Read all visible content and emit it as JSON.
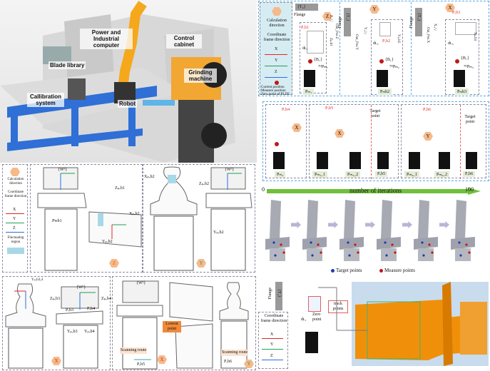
{
  "scene": {
    "labels": {
      "power": "Power and Industrial computer",
      "cabinet": "Control cabinet",
      "library": "Blade library",
      "grinding": "Grinding machine",
      "calibration": "Callibration system",
      "robot": "Robot"
    }
  },
  "legend": {
    "calc": "Calculation direction",
    "coord": "Coordinate frame direction",
    "x": "X",
    "y": "Y",
    "z": "Z",
    "current": "Current position",
    "measure": "Measure position",
    "zero": "Zero point of PLDS",
    "fluct": "Fluctuating region"
  },
  "top_panels": {
    "flange": "Flange",
    "tf": "{T₀}",
    "bl": "{B₁}",
    "p1": {
      "hex": "Z",
      "pwb": "Pᵥb1",
      "d": "dʟ₁",
      "pm": "ᵀᴴPₘ₁",
      "tag": "Pₘ₁",
      "z1": "Zᵣₒᵇₒᵗ",
      "z2": "Zₚᵥb1",
      "z3": "Out_Pos.Z"
    },
    "p2": {
      "hex": "Y",
      "pwb": "Pᵥb2",
      "d": "dʟ₂",
      "pm": "ᵀᴴPₘ₂",
      "tag": "Pₘb2",
      "y1": "Yᵣₒᵇₒᵗ",
      "y2": "Yₚᵥb2",
      "y3": "Out_Pos.Y"
    },
    "p3": {
      "hex": "X",
      "pwb": "Pᵥb3",
      "d": "dʟ₃",
      "pm": "ᵀᴴPₘ₃",
      "tag": "Pₘb3",
      "x1": "Xᵣₒᵇₒᵗ",
      "x2": "Xₚᵥb3",
      "x3": "Out_Pos.X"
    }
  },
  "mid_panels": {
    "pwb4": "Pᵥb4",
    "pwb5": "Pᵥb5",
    "pwb6": "Pᵥb6",
    "target": "Target point",
    "tags": [
      "Pₘ₄",
      "Pₘ₅_1",
      "Pₘ₅_2",
      "Pᵥb5",
      "Pₘ₆_1",
      "Pₘ₆_2",
      "Pᵥb6"
    ],
    "hexes": [
      "X",
      "X",
      "Y"
    ]
  },
  "blade_top": {
    "wb": "{Wᵇ}",
    "zpwb1": "Zₚᵥb1",
    "pwb1": "Pwb1",
    "xpwb2": "Xₚᵥb2",
    "ypwb2": "Yₚᵥb2",
    "xpwb2b": "Xₚᵥb2",
    "zpwb2": "Zₚᵥb2",
    "ypwb2b": "Yₚᵥb2",
    "hex1": "Z",
    "hex2": "Y"
  },
  "iterations": {
    "start": "0",
    "title": "number of iterations",
    "end": "100",
    "legend_target": "Target points",
    "legend_measure": "Measure points",
    "target_color": "#1f3bb3",
    "measure_color": "#c01818",
    "arrow_color": "#6fc03a"
  },
  "blade_bottom": {
    "ypwb34": "Yₚᵥb3,4",
    "wb": "{Wᵇ}",
    "zpwb3": "Zₚᵥb3",
    "zpwb4": "Zₚᵥb4",
    "pwb3": "Pᵥb3",
    "pwb4": "Pᵥb4",
    "ypwb3": "Yₚᵥb3",
    "ypwb4": "Yₚᵥb4",
    "hex1": "X",
    "scan1": "Scanning route",
    "pwb5": "Pᵥb5",
    "hex2": "X",
    "lowest": "Lowest point",
    "scan2": "Scanning route",
    "pwb6": "Pᵥb6",
    "hex3": "Y"
  },
  "tracking": {
    "flange": "Flange",
    "tf": "{T₀}",
    "zero": "Zero point",
    "d": "dʟ₁",
    "track": "track points",
    "coord": "Coordinate frame direction",
    "x": "X",
    "y": "Y",
    "z": "Z"
  },
  "colors": {
    "x": "#e02424",
    "y": "#20a050",
    "z": "#2a6fe0",
    "robot": "#f5a81c",
    "frame": "#2f6fd6",
    "blade": "#f0900a"
  }
}
